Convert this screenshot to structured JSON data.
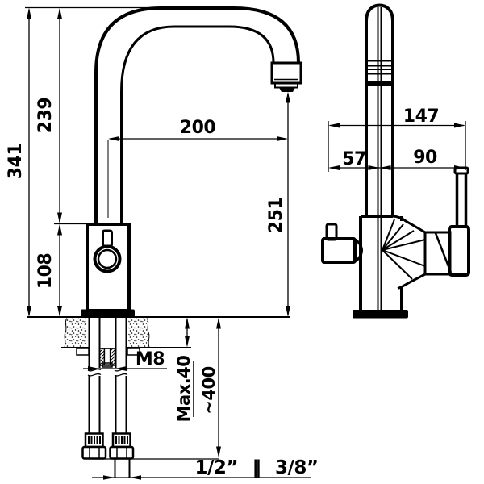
{
  "colors": {
    "line": "#000000",
    "background": "#ffffff"
  },
  "labels": {
    "dim_341": "341",
    "dim_239": "239",
    "dim_108": "108",
    "dim_200": "200",
    "dim_251": "251",
    "dim_147": "147",
    "dim_57": "57",
    "dim_90": "90",
    "thread": "M8",
    "deck_thickness": "Max.40",
    "hose_length": "~400",
    "connection_sizes": "1/2” ‖ 3/8”"
  }
}
